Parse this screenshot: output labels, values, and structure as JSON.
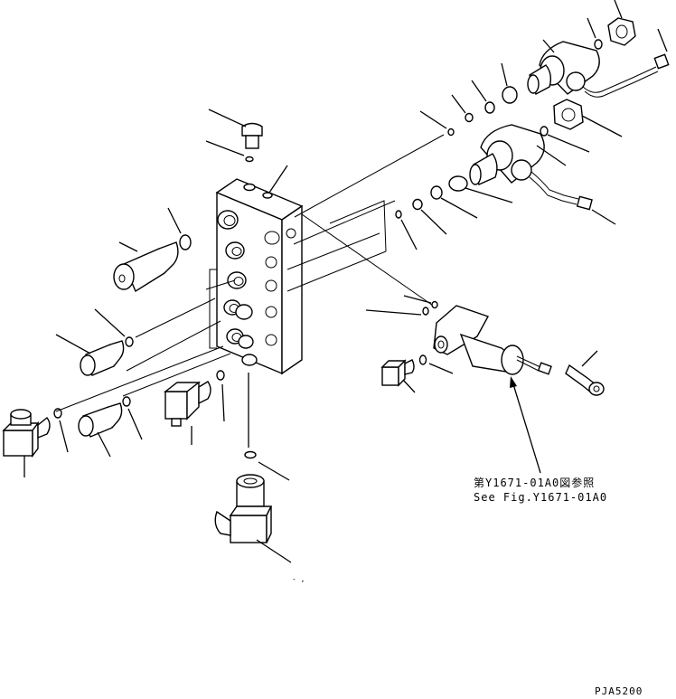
{
  "reference_note": {
    "line_jp": "第Y1671-01A0図参照",
    "line_en": "See Fig.Y1671-01A0"
  },
  "drawing_code": "PJA5200"
}
